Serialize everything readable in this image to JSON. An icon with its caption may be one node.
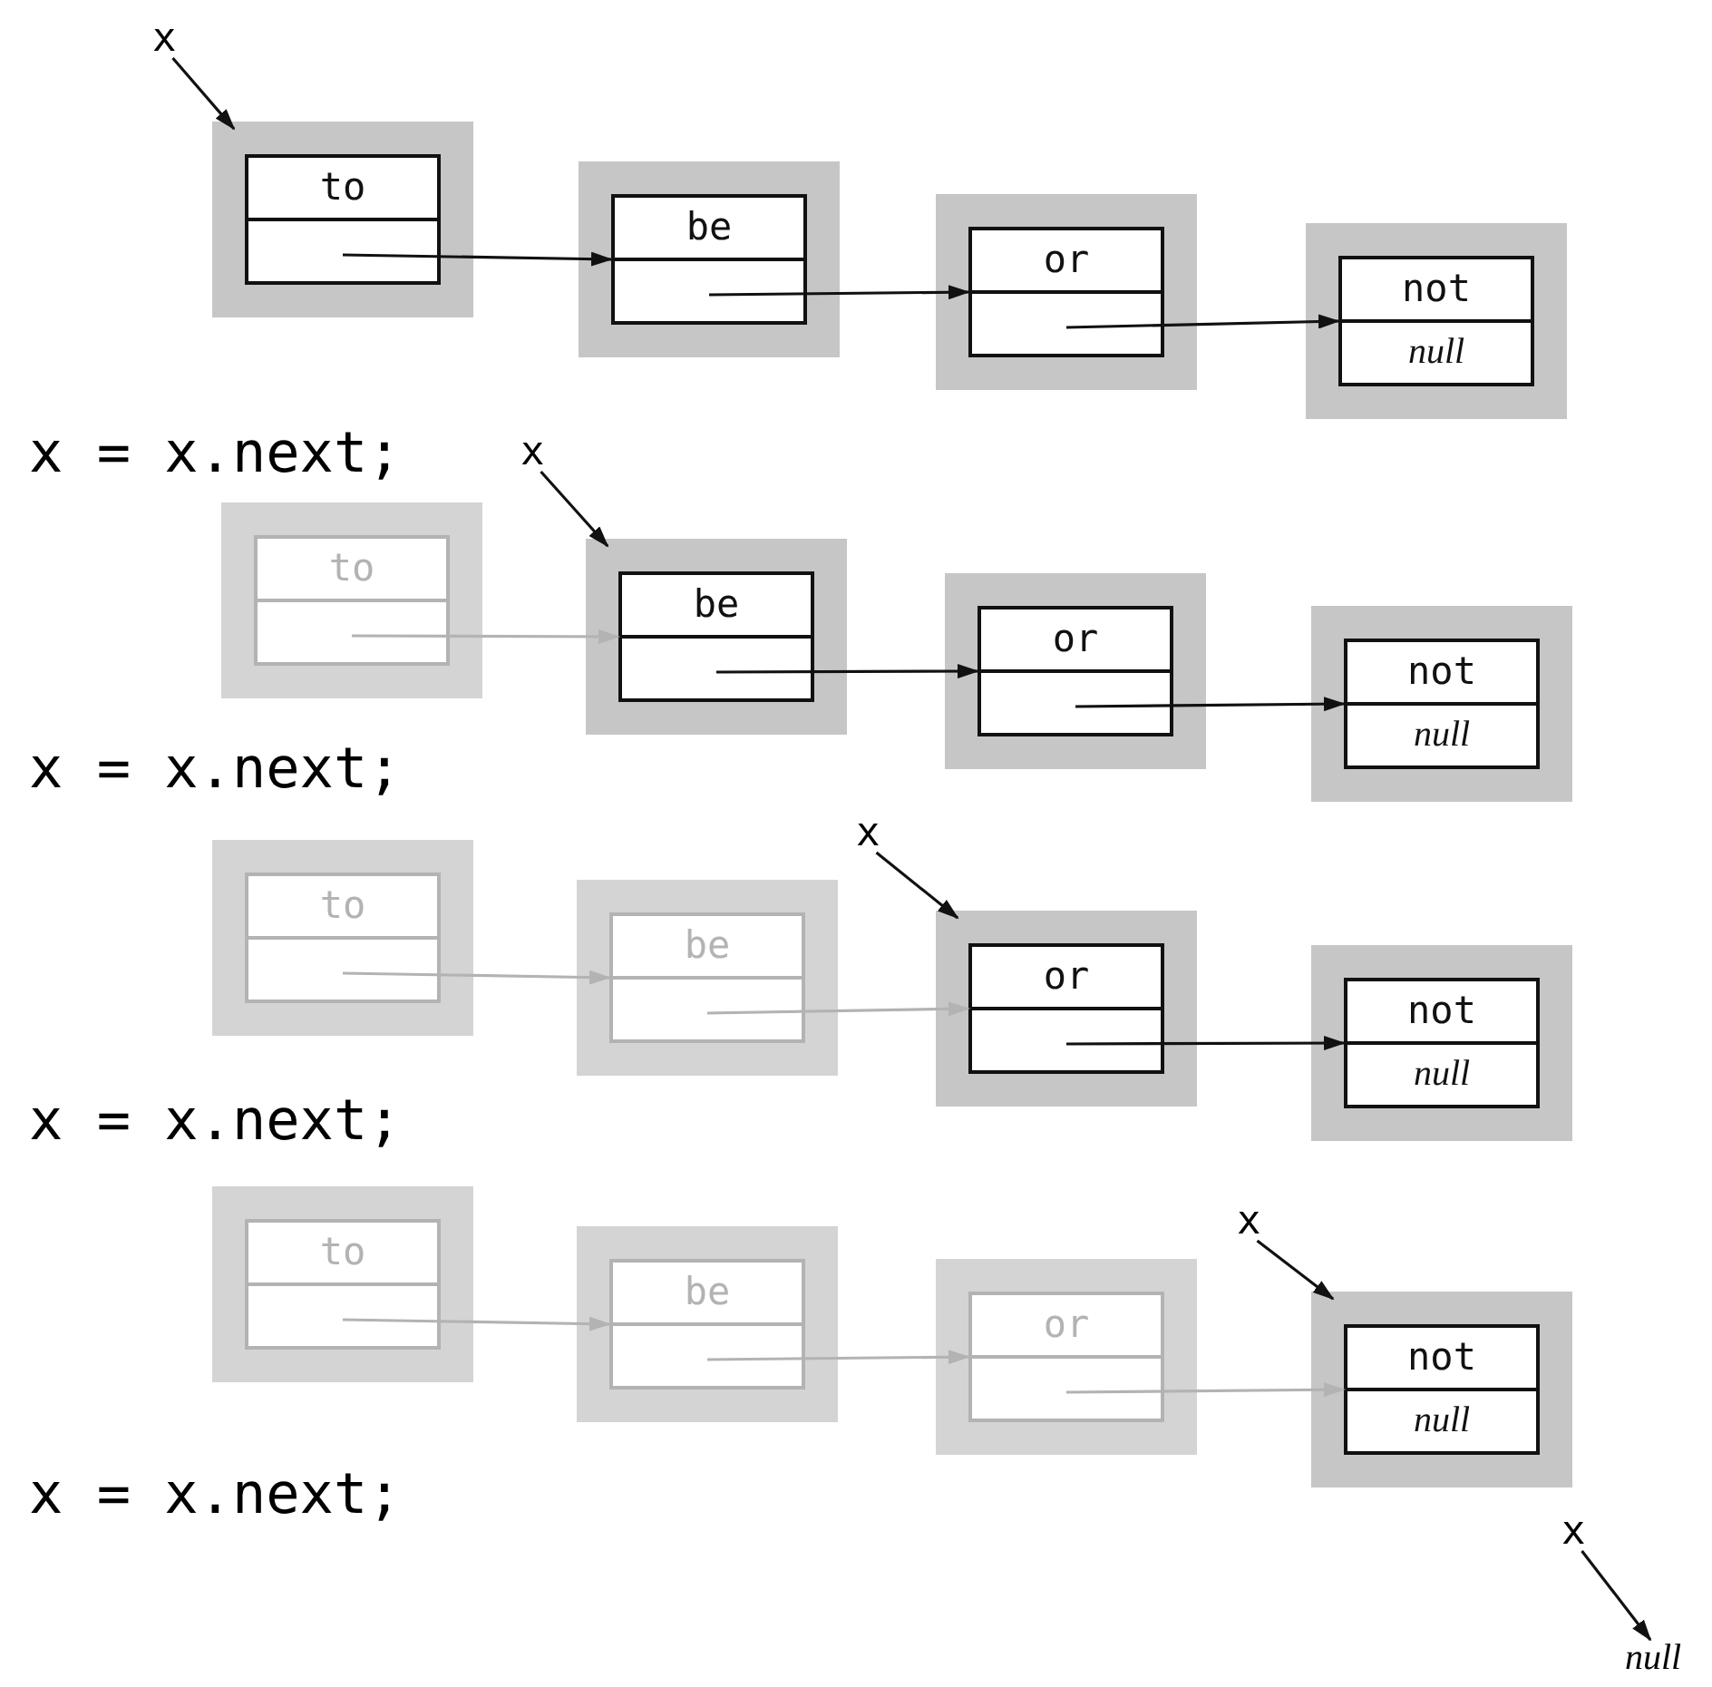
{
  "diagram": {
    "nodes": [
      {
        "text": [
          "x"
        ]
      },
      {
        "text": [
          "to"
        ]
      },
      {
        "text": [],
        "shape": "box",
        "in": 1
      },
      {
        "text": [
          "be"
        ]
      },
      {
        "text": [],
        "shape": "box",
        "in": 3
      },
      {
        "text": [
          "or"
        ]
      },
      {
        "text": [],
        "shape": "box",
        "in": 5
      },
      {
        "text": [
          "not"
        ]
      },
      {
        "text": [
          "null"
        ],
        "in": 7
      },
      {
        "text": [
          "x"
        ]
      },
      {
        "text": [
          "to"
        ]
      },
      {
        "text": [],
        "shape": "box",
        "in": 10
      },
      {
        "text": [
          "be"
        ]
      },
      {
        "text": [],
        "shape": "box",
        "in": 12
      },
      {
        "text": [
          "or"
        ]
      },
      {
        "text": [],
        "shape": "box",
        "in": 14
      },
      {
        "text": [
          "not"
        ]
      },
      {
        "text": [
          "null"
        ],
        "in": 16
      },
      {
        "text": [
          "x"
        ]
      },
      {
        "text": [
          "to"
        ]
      },
      {
        "text": [],
        "shape": "box",
        "in": 19
      },
      {
        "text": [
          "be"
        ]
      },
      {
        "text": [],
        "shape": "box",
        "in": 21
      },
      {
        "text": [
          "or"
        ]
      },
      {
        "text": [],
        "shape": "box",
        "in": 23
      },
      {
        "text": [
          "not"
        ]
      },
      {
        "text": [
          "null"
        ],
        "in": 25
      },
      {
        "text": [
          "x"
        ]
      },
      {
        "text": [
          "to"
        ]
      },
      {
        "text": [],
        "shape": "box",
        "in": 28
      },
      {
        "text": [
          "be"
        ]
      },
      {
        "text": [],
        "shape": "box",
        "in": 30
      },
      {
        "text": [
          "or"
        ]
      },
      {
        "text": [],
        "shape": "box",
        "in": 32
      },
      {
        "text": [
          "not"
        ]
      },
      {
        "text": [
          "null"
        ],
        "in": 34
      },
      {
        "text": [
          "x"
        ]
      },
      {
        "text": [
          "null"
        ]
      }
    ],
    "edges": [
      {
        "from": 0,
        "to": 1,
        "arrow": "to"
      },
      {
        "from": 2,
        "to": 3,
        "arrow": "to"
      },
      {
        "from": 4,
        "to": 5,
        "arrow": "to"
      },
      {
        "from": 6,
        "to": 7,
        "arrow": "to"
      },
      {
        "from": 9,
        "to": 12,
        "arrow": "to"
      },
      {
        "from": 11,
        "to": 12,
        "arrow": "to",
        "color": "#b3b3b3"
      },
      {
        "from": 13,
        "to": 14,
        "arrow": "to"
      },
      {
        "from": 15,
        "to": 16,
        "arrow": "to"
      },
      {
        "from": 18,
        "to": 23,
        "arrow": "to"
      },
      {
        "from": 20,
        "to": 21,
        "arrow": "to",
        "color": "#b3b3b3"
      },
      {
        "from": 22,
        "to": 23,
        "arrow": "to",
        "color": "#b3b3b3"
      },
      {
        "from": 24,
        "to": 25,
        "arrow": "to"
      },
      {
        "from": 27,
        "to": 34,
        "arrow": "to"
      },
      {
        "from": 29,
        "to": 30,
        "arrow": "to",
        "color": "#b3b3b3"
      },
      {
        "from": 31,
        "to": 32,
        "arrow": "to",
        "color": "#b3b3b3"
      },
      {
        "from": 33,
        "to": 34,
        "arrow": "to",
        "color": "#b3b3b3"
      },
      {
        "from": 36,
        "to": 37,
        "arrow": "to"
      }
    ],
    "labels": [
      "x = x.next;",
      "x = x.next;",
      "x = x.next;",
      "x = x.next;"
    ]
  }
}
